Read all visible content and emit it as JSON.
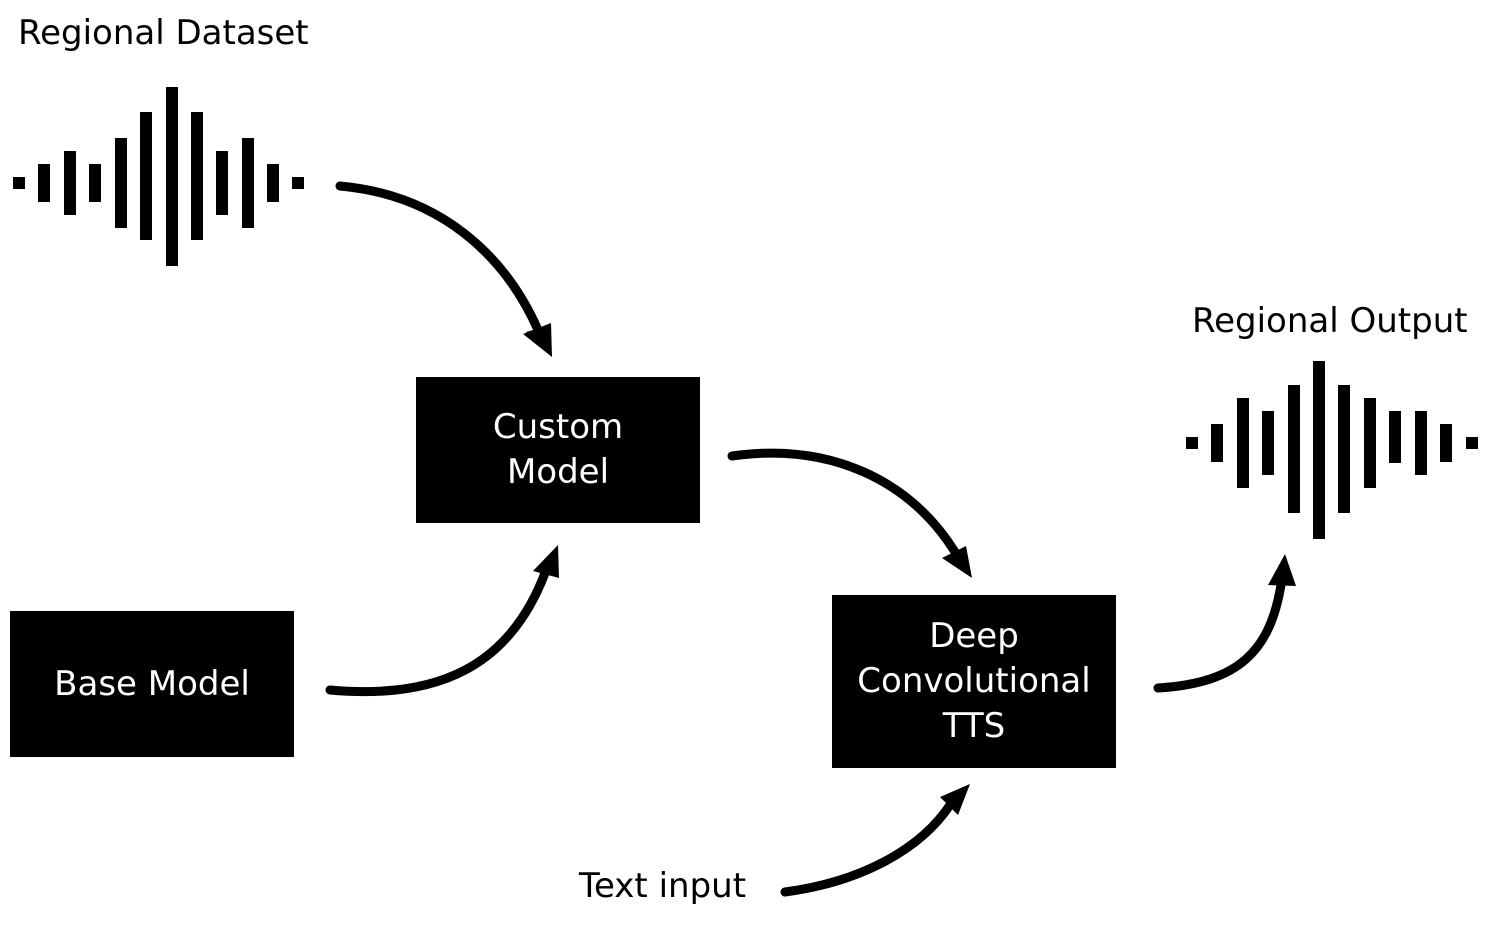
{
  "labels": {
    "regional_dataset": "Regional Dataset",
    "regional_output": "Regional Output",
    "text_input": "Text input"
  },
  "boxes": {
    "custom_model": [
      "Custom",
      "Model"
    ],
    "base_model": [
      "Base Model"
    ],
    "deep_conv_tts": [
      "Deep",
      "Convolutional",
      "TTS"
    ]
  },
  "icons": {
    "input_waveform": "audio-waveform-icon",
    "output_waveform": "audio-waveform-icon",
    "arrow": "curved-arrow-icon"
  },
  "colors": {
    "box_fill": "#000000",
    "box_text": "#ffffff",
    "ink": "#000000",
    "background": "#ffffff"
  }
}
